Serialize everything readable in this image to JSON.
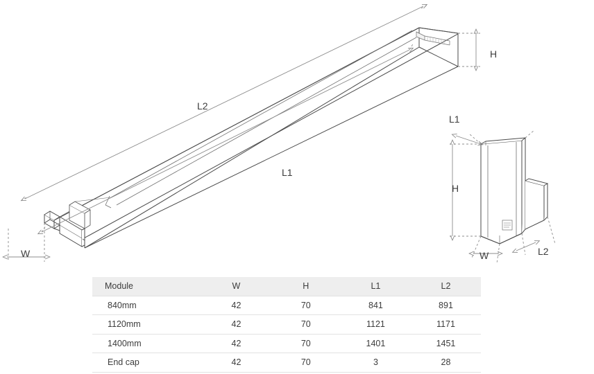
{
  "diagram": {
    "labels": {
      "l2_main": "L2",
      "l1_main": "L1",
      "w_main": "W",
      "h_main": "H",
      "l1_side": "L1",
      "h_side": "H",
      "w_side": "W",
      "l2_side": "L2"
    }
  },
  "table": {
    "columns": [
      "Module",
      "W",
      "H",
      "L1",
      "L2"
    ],
    "rows": [
      [
        "840mm",
        "42",
        "70",
        "841",
        "891"
      ],
      [
        "1120mm",
        "42",
        "70",
        "1121",
        "1171"
      ],
      [
        "1400mm",
        "42",
        "70",
        "1401",
        "1451"
      ],
      [
        "End cap",
        "42",
        "70",
        "3",
        "28"
      ]
    ]
  },
  "colors": {
    "line": "#4a4a4a",
    "dim_line": "#8c8c8c",
    "header_bg": "#eeeeee",
    "row_border": "#e2e2e2",
    "text": "#3c3c3c"
  }
}
